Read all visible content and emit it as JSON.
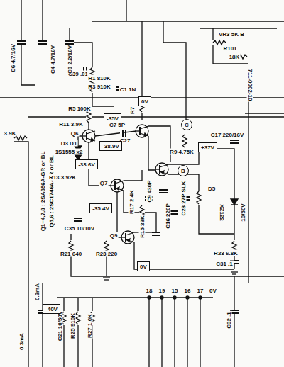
{
  "diagram": {
    "nodes": [
      {
        "text": [
          "-35V"
        ]
      },
      {
        "text": [
          "-38.9V"
        ]
      },
      {
        "text": [
          "-33.6V"
        ]
      },
      {
        "text": [
          "-35.4V"
        ]
      },
      {
        "text": [
          "0V"
        ]
      },
      {
        "text": [
          "+37V"
        ]
      },
      {
        "text": [
          "0V"
        ]
      },
      {
        "text": [
          "-40V"
        ]
      },
      {
        "text": [
          "0V"
        ]
      },
      {
        "text": [
          "C"
        ]
      },
      {
        "text": [
          "B"
        ]
      }
    ],
    "labels": [
      "C39 .01",
      "VR3 5K B",
      "R101",
      "18K",
      "C6 4.7/16V",
      "C4 4.7/16V",
      "C3 2.2/16V",
      "R1 810K",
      "R3 910K",
      "C1 1N",
      "R5 100K",
      "R7",
      "C7 5P",
      "C27",
      "R11 3.9K",
      "Q6",
      "D3 D1",
      "1S1555 x2",
      "Q1~4,7,8 : 2SA856A-GR or BL",
      "Q5,6 : 2SC1746A-GR or BL",
      "711-0002-10",
      "R9 4.75K",
      "C17 220/16V",
      "D5",
      "XZ122",
      "R13 3.92K",
      "Q7",
      "R17 2.4K",
      "C9 430P",
      "C28 27P SLK",
      "C16 220P",
      "R15 33K",
      "C35 10/10V",
      "R21 640",
      "R23 220",
      "Q9",
      "R23 6.8K",
      "C31 .1",
      "10/50V",
      "3.9K",
      "0.3mA",
      "0.3mA",
      "C21 10/50V",
      "R25 910K",
      "R27 1.0K",
      "18",
      "19",
      "15",
      "16",
      "17",
      "C32 .1"
    ]
  }
}
